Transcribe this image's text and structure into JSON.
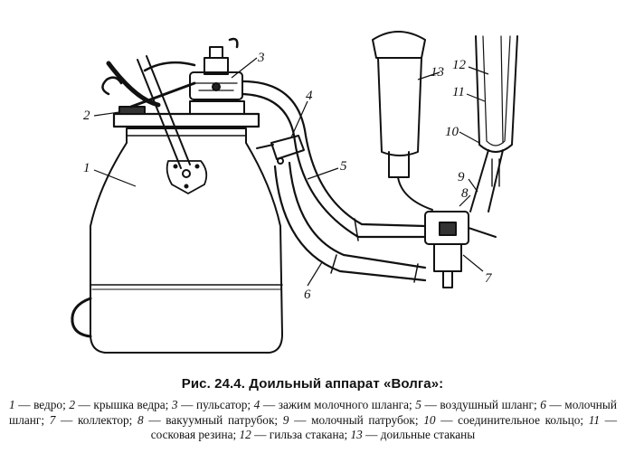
{
  "figure": {
    "callouts": [
      "1",
      "2",
      "3",
      "4",
      "5",
      "6",
      "7",
      "8",
      "9",
      "10",
      "11",
      "12",
      "13"
    ]
  },
  "caption": {
    "title": "Рис. 24.4. Доильный аппарат «Волга»:",
    "legend": [
      {
        "num": "1",
        "text": " — ведро; "
      },
      {
        "num": "2",
        "text": " — крышка ведра; "
      },
      {
        "num": "3",
        "text": " — пульсатор; "
      },
      {
        "num": "4",
        "text": " — зажим молочного шланга; "
      },
      {
        "num": "5",
        "text": " — воздушный шланг; "
      },
      {
        "num": "6",
        "text": " — молочный шланг; "
      },
      {
        "num": "7",
        "text": " — коллектор; "
      },
      {
        "num": "8",
        "text": " — вакуумный патрубок; "
      },
      {
        "num": "9",
        "text": " — молочный патрубок; "
      },
      {
        "num": "10",
        "text": " — соединительное кольцо; "
      },
      {
        "num": "11",
        "text": " — сосковая резина; "
      },
      {
        "num": "12",
        "text": " — гильза стакана; "
      },
      {
        "num": "13",
        "text": " — доильные стаканы"
      }
    ]
  }
}
